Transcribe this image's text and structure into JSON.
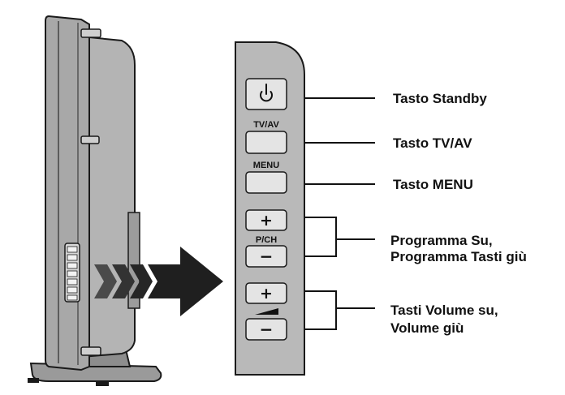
{
  "panel": {
    "buttons": {
      "standby": {
        "icon": "power-icon"
      },
      "tvav": {
        "label": "TV/AV"
      },
      "menu": {
        "label": "MENU"
      },
      "prog_up": {
        "symbol": "+"
      },
      "prog_label": "P/CH",
      "prog_down": {
        "symbol": "−"
      },
      "vol_up": {
        "symbol": "+"
      },
      "vol_down": {
        "symbol": "−"
      }
    }
  },
  "callouts": {
    "standby": "Tasto Standby",
    "tvav": "Tasto TV/AV",
    "menu": "Tasto MENU",
    "program_line1": "Programma Su,",
    "program_line2": "Programma Tasti giù",
    "volume_line1": "Tasti Volume su,",
    "volume_line2": "Volume giù"
  },
  "colors": {
    "panel": "#b9b9b9",
    "tv_body": "#a7a7a7",
    "arrow": "#1f1f1f",
    "button": "#e4e4e4"
  }
}
